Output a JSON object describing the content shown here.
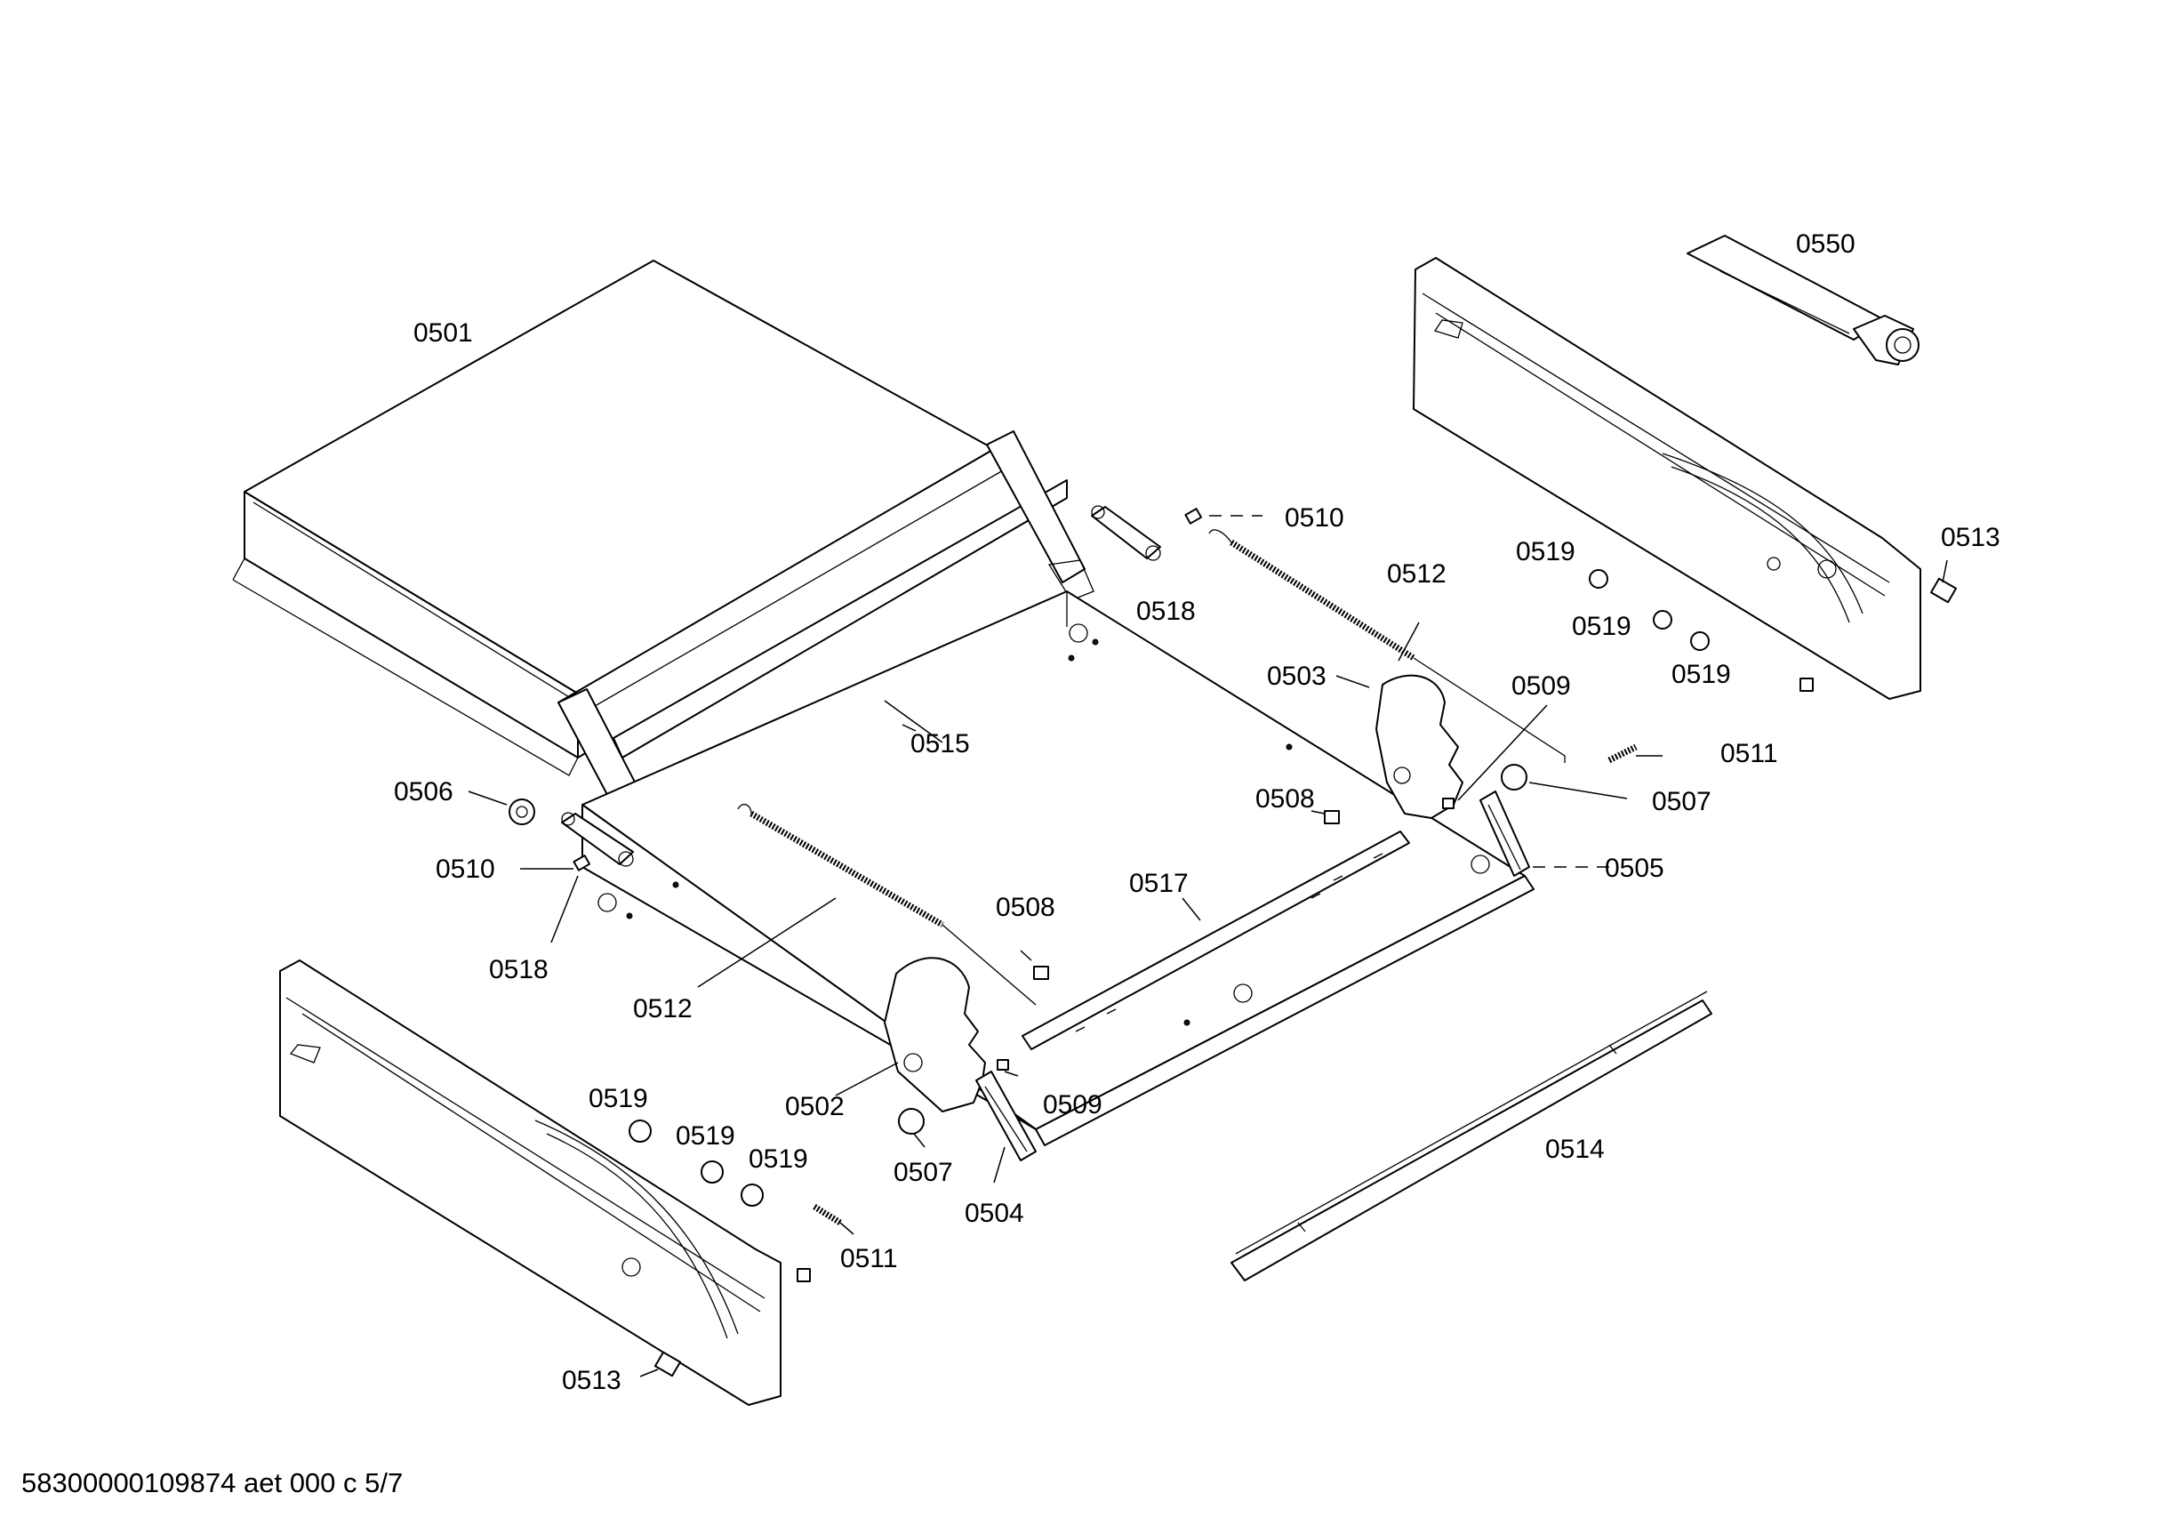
{
  "labels": {
    "p0501": "0501",
    "p0550": "0550",
    "p0510a": "0510",
    "p0512a": "0512",
    "p0519a": "0519",
    "p0513a": "0513",
    "p0518a": "0518",
    "p0519b": "0519",
    "p0519c": "0519",
    "p0503": "0503",
    "p0509a": "0509",
    "p0515": "0515",
    "p0511a": "0511",
    "p0506": "0506",
    "p0508a": "0508",
    "p0507a": "0507",
    "p0510b": "0510",
    "p0505": "0505",
    "p0517": "0517",
    "p0508b": "0508",
    "p0518b": "0518",
    "p0512b": "0512",
    "p0519d": "0519",
    "p0509b": "0509",
    "p0502": "0502",
    "p0519e": "0519",
    "p0519f": "0519",
    "p0514": "0514",
    "p0507b": "0507",
    "p0504": "0504",
    "p0511b": "0511",
    "p0513b": "0513"
  },
  "footer": "58300000109874 aet 000 c 5/7"
}
